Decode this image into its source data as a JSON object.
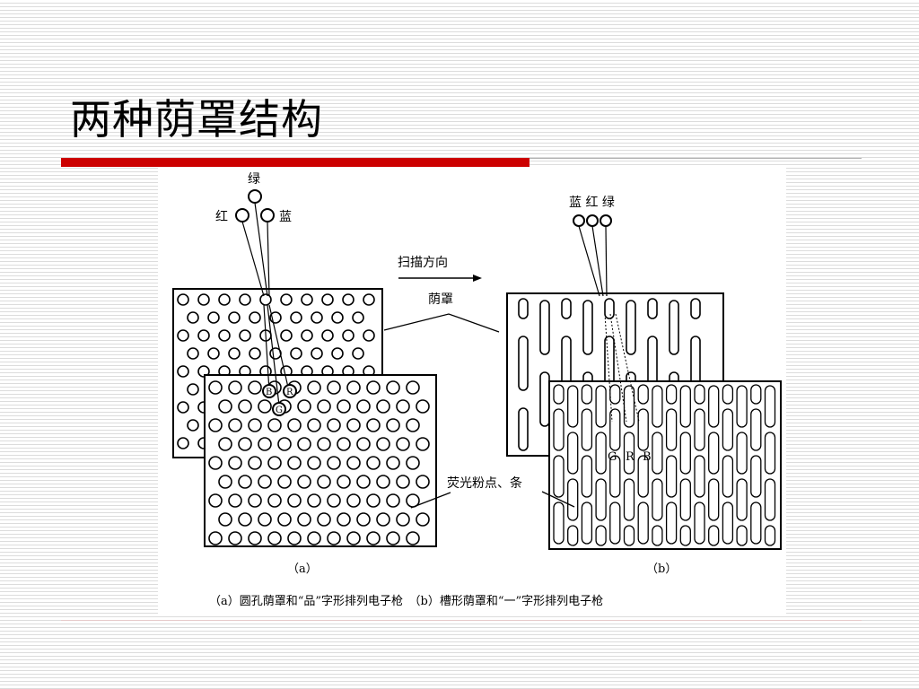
{
  "slide": {
    "title": "两种荫罩结构"
  },
  "figure": {
    "label_green_a": "绿",
    "label_red_a": "红",
    "label_blue_a": "蓝",
    "scan_direction": "扫描方向",
    "shadow_mask": "荫罩",
    "gun_labels_b": "蓝 红 绿",
    "phosphor": "荧光粉点、条",
    "dot_b": "B",
    "dot_r": "R",
    "dot_g": "G",
    "strip_g": "G",
    "strip_r": "R",
    "strip_b": "B",
    "sub_a": "（a）",
    "sub_b": "（b）",
    "caption": "（a）圆孔荫罩和“品”字形排列电子枪　（b）槽形荫罩和“一”字形排列电子枪"
  },
  "colors": {
    "accent_red": "#cc0000",
    "line": "#000000"
  }
}
